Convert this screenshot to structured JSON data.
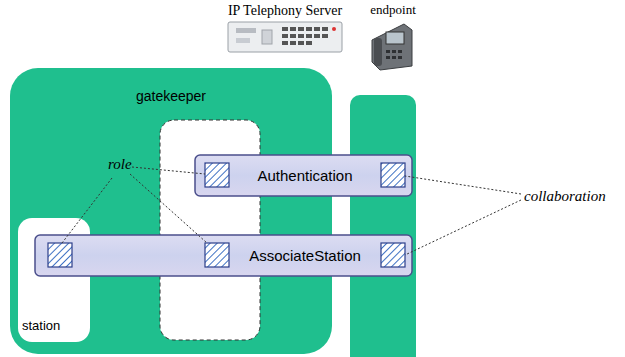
{
  "diagram": {
    "nodes": [
      {
        "text": [
          "gatekeeper"
        ]
      },
      {
        "text": [
          "station"
        ],
        "in": 0
      },
      {
        "text": [
          "Authentication"
        ]
      },
      {
        "text": [
          "AssociateStation"
        ]
      }
    ],
    "labels": [
      "IP Telephony Server",
      "endpoint",
      "role",
      "collaboration"
    ]
  }
}
